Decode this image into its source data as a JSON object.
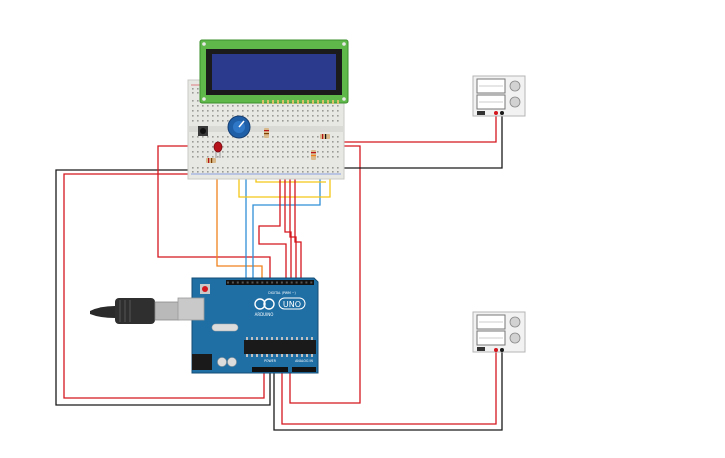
{
  "arduino": {
    "logo_text": "ARDUINO",
    "model_text": "UNO",
    "digital_header_text": "DIGITAL (PWM ~)",
    "power_label": "POWER",
    "analog_label": "ANALOG IN"
  },
  "components": [
    "lcd-display",
    "breadboard",
    "potentiometer",
    "push-button",
    "led",
    "resistors",
    "arduino-uno",
    "usb-cable",
    "power-supply"
  ],
  "colors": {
    "wire_red": "#d4161e",
    "wire_black": "#1a1a1a",
    "wire_orange": "#f0821e",
    "wire_yellow": "#f3c617",
    "wire_blue": "#2f8fd8",
    "wire_green": "#39b54a",
    "arduino_blue": "#1f6fa5",
    "lcd_green": "#5fb84a",
    "lcd_screen": "#2b3a8c"
  }
}
